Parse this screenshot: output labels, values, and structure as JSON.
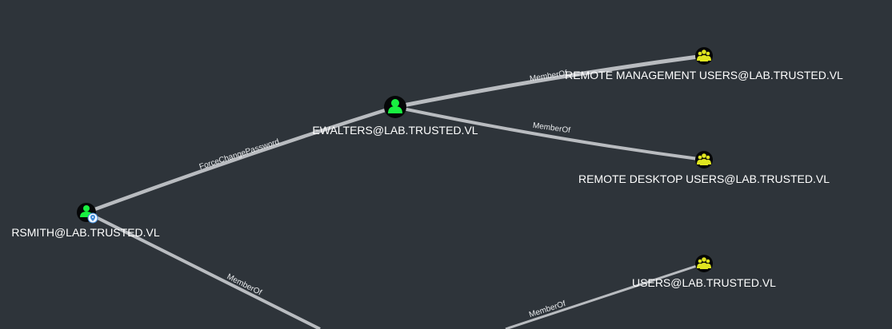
{
  "graph": {
    "nodes": {
      "rsmith": {
        "label": "RSMITH@LAB.TRUSTED.VL",
        "type": "user",
        "icon": "user-icon",
        "badge": "owned-marker-icon"
      },
      "ewalters": {
        "label": "EWALTERS@LAB.TRUSTED.VL",
        "type": "user",
        "icon": "user-icon"
      },
      "remote_management_users": {
        "label": "REMOTE MANAGEMENT USERS@LAB.TRUSTED.VL",
        "type": "group",
        "icon": "group-icon"
      },
      "remote_desktop_users": {
        "label": "REMOTE DESKTOP USERS@LAB.TRUSTED.VL",
        "type": "group",
        "icon": "group-icon"
      },
      "users": {
        "label": "USERS@LAB.TRUSTED.VL",
        "type": "group",
        "icon": "group-icon"
      }
    },
    "edges": {
      "rsmith_to_ewalters": {
        "label": "ForceChangePassword"
      },
      "ewalters_to_remote_management": {
        "label": "MemberOf"
      },
      "ewalters_to_remote_desktop": {
        "label": "MemberOf"
      },
      "rsmith_memberof": {
        "label": "MemberOf"
      },
      "to_users": {
        "label": "MemberOf"
      }
    }
  },
  "colors": {
    "background": "#2e343a",
    "user_node": "#18f040",
    "group_node": "#dfe520",
    "edge": "#b9bcc0",
    "owned_badge": "#3d8bd9"
  }
}
